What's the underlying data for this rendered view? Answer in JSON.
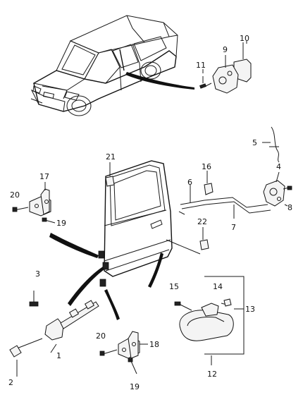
{
  "diagram": {
    "callouts": [
      {
        "id": "c1",
        "text": "1"
      },
      {
        "id": "c2",
        "text": "2"
      },
      {
        "id": "c3",
        "text": "3"
      },
      {
        "id": "c4",
        "text": "4"
      },
      {
        "id": "c5",
        "text": "5"
      },
      {
        "id": "c6",
        "text": "6"
      },
      {
        "id": "c7",
        "text": "7"
      },
      {
        "id": "c8",
        "text": "8"
      },
      {
        "id": "c9",
        "text": "9"
      },
      {
        "id": "c10",
        "text": "10"
      },
      {
        "id": "c11",
        "text": "11"
      },
      {
        "id": "c12",
        "text": "12"
      },
      {
        "id": "c13",
        "text": "13"
      },
      {
        "id": "c14",
        "text": "14"
      },
      {
        "id": "c15",
        "text": "15"
      },
      {
        "id": "c16",
        "text": "16"
      },
      {
        "id": "c17",
        "text": "17"
      },
      {
        "id": "c18",
        "text": "18"
      },
      {
        "id": "c19a",
        "text": "19"
      },
      {
        "id": "c19b",
        "text": "19"
      },
      {
        "id": "c20a",
        "text": "20"
      },
      {
        "id": "c20b",
        "text": "20"
      },
      {
        "id": "c21",
        "text": "21"
      },
      {
        "id": "c22",
        "text": "22"
      }
    ]
  }
}
